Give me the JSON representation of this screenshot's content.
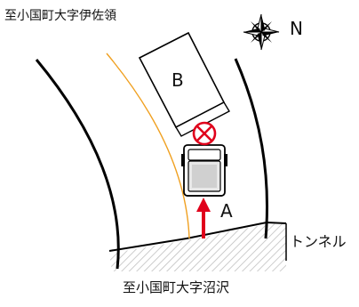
{
  "labels": {
    "dest_top": "至小国町大字伊佐領",
    "dest_bottom": "至小国町大字沼沢",
    "north": "N",
    "tunnel": "トンネル",
    "vehicle_a": "A",
    "vehicle_b": "B"
  },
  "colors": {
    "road_edge": "#000000",
    "center_line": "#f0a020",
    "arrow": "#e0001b",
    "prohibit_mark": "#e0001b",
    "hatch": "#bdbdbd"
  },
  "icons": {
    "compass": "compass-rose-icon",
    "collision": "prohibit-x-icon"
  }
}
